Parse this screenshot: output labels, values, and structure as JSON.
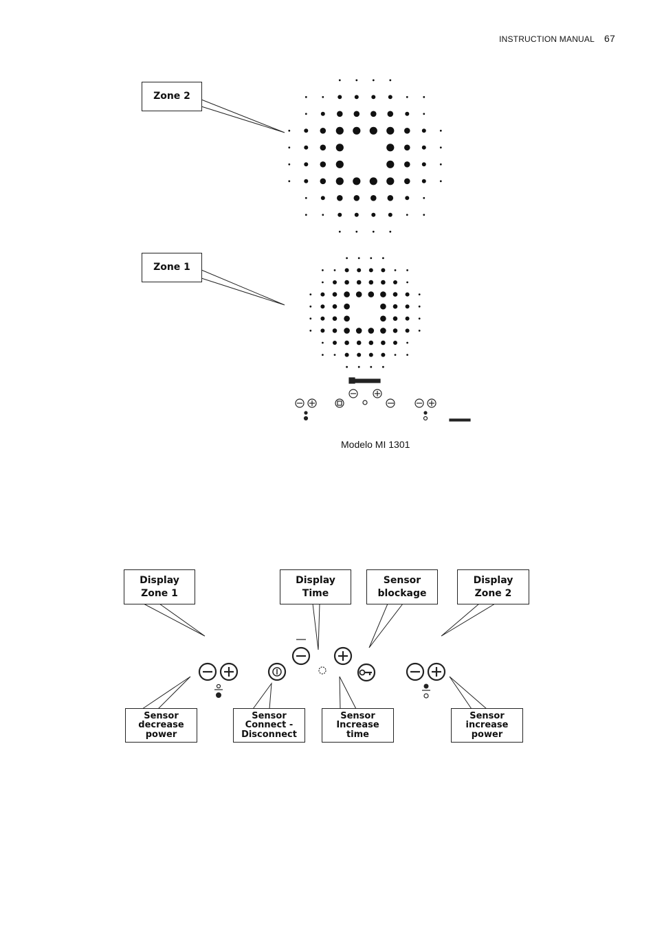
{
  "header": {
    "title": "INSTRUCTION MANUAL",
    "page_number": "67"
  },
  "figure1": {
    "callouts": {
      "zone2": "Zone 2",
      "zone1": "Zone 1"
    },
    "caption": "Modelo MI 1301"
  },
  "figure2": {
    "callouts": {
      "display_zone1": "Display\nZone 1",
      "display_time": "Display\nTime",
      "sensor_blockage": "Sensor\nblockage",
      "display_zone2": "Display\nZone 2",
      "sensor_decrease": "Sensor\ndecrease\npower",
      "sensor_connect": "Sensor\nConnect -\nDisconnect",
      "sensor_increase_time": "Sensor\nIncrease\ntime",
      "sensor_increase_power": "Sensor\nincrease\npower"
    }
  }
}
